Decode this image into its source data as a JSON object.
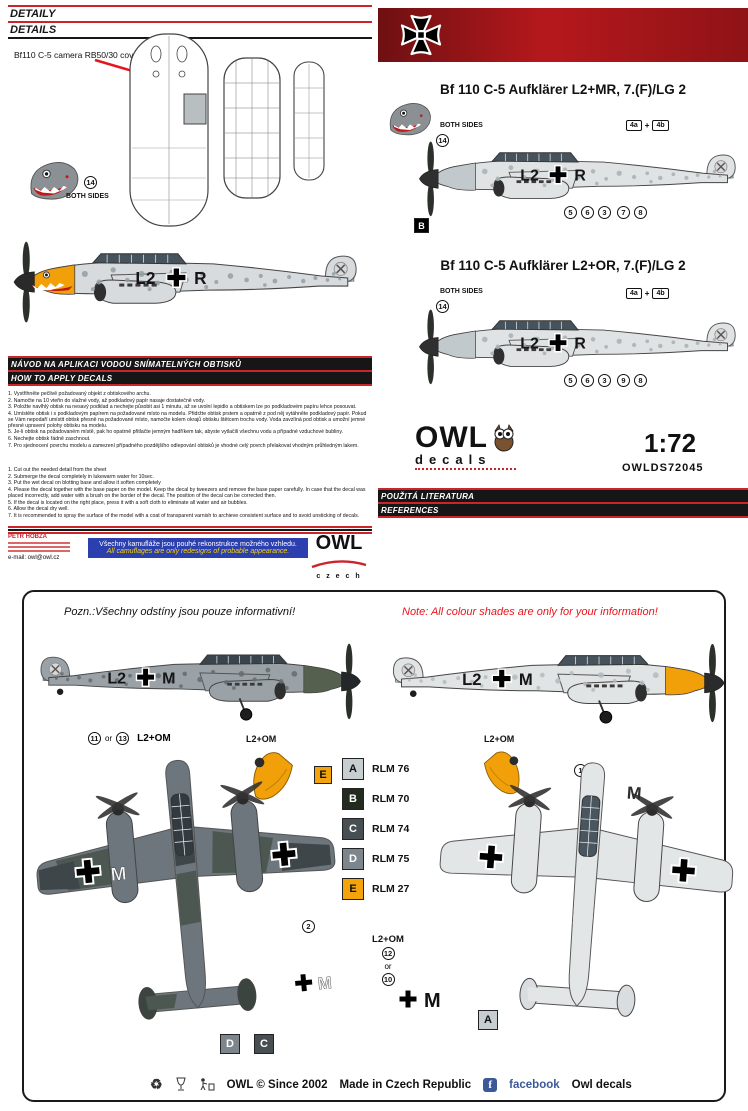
{
  "left_column": {
    "header": {
      "l1": "DETAILY",
      "l2": "DETAILS"
    },
    "camera_label": "Bf110 C-5 camera RB50/30 cover",
    "emblem_callout": "14",
    "emblem_label": "BOTH SIDES",
    "howto": {
      "l1": "NÁVOD NA APLIKACI VODOU SNÍMATELNÝCH OBTISKŮ",
      "l2": "HOW TO APPLY DECALS"
    },
    "steps_cz": [
      "1. Vystřihněte pečlivě požadovaný objekt z obtiskového archu.",
      "2. Namočte na 10 vteřin do vlažné vody, až podkladový papír nasaje dostatečně vody.",
      "3. Položte navlhlý obtisk na nesavý podklad a nechejte působit asi 1 minutu, až se uvolní lepidlo a obtiskem lze po podkladovém papíru lehce posouvat.",
      "4. Umístěte obtisk i s podkladovým papírem na požadované místo na modelu. Přidržte obtisk prstem a opatrně z pod něj vytáhněte podkladový papír. Pokud se Vám nepodaří umístit obtisk přesně na požadované místo, namočte kolem okrajů obtisku štětcem trochu vody. Voda zavzlíná pod obtisk a umožní jemné přesné upravení polohy obtisku na modelu.",
      "5. Je-li obtisk na požadovaném místě, pak ho opatrně přitlačte jemným hadříkem tak, abyste vytlačili všechnu vodu a případné vzduchové bubliny.",
      "6. Nechejte obtisk řádně zaschnout.",
      "7. Pro sjednocení povrchu modelu a zamezení případného pozdějšího odlepování obtisků je vhodné celý povrch přelakovat vhodným průhledným lakem."
    ],
    "steps_en": [
      "1. Cut out the needed detail from the sheet",
      "2. Submerge the decal completely in lukewarm water for 10sec.",
      "3. Put the wet decal on blotting base and allow it soften completely",
      "4. Please the decal together with the base paper on the model. Keep the decal by tweezers and remove the base paper carefully. In case that the decal was placed incorrectly, add water with a brush on the border of the decal. The position of the decal can be corrected then.",
      "5. If the decal is located on the right place, press it with a soft cloth to eliminate all water and air bubbles.",
      "6. Allow the decal dry well.",
      "7. It is recommended to spray the surface of the model with a coat of transparent varnish to archieve consistent surface and to avoid unsticking of decals."
    ],
    "contact": {
      "name": "PETR HOBZA",
      "email": "e-mail:  owl@owl.cz"
    },
    "banner": {
      "cz": "Všechny kamufláže jsou pouhé rekonstrukce možného vzhledu.",
      "en": "All camuflages are only redesigns of probable appearance."
    },
    "owl_czech": {
      "name": "OWL",
      "sub": "c z e c h"
    }
  },
  "right_column": {
    "title_mr": "Bf 110 C-5 Aufklärer L2+MR, 7.(F)/LG 2",
    "title_or": "Bf 110 C-5 Aufklärer L2+OR, 7.(F)/LG 2",
    "emblem_label": "BOTH SIDES",
    "emblem_callout": "14",
    "tail_decal": {
      "a": "4a",
      "plus": "+",
      "b": "4b"
    },
    "profile_mr_callouts": [
      "5",
      "6",
      "3",
      "7",
      "8"
    ],
    "profile_or_callouts": [
      "5",
      "6",
      "3",
      "9",
      "8"
    ],
    "nose_color_callout": "B",
    "logo": {
      "name": "OWL",
      "sub": "decals"
    },
    "scale": "1:72",
    "product_code": "OWLDS72045",
    "references": {
      "l1": "POUŽITÁ LITERATURA",
      "l2": "REFERENCES"
    }
  },
  "codes": {
    "prefix": "L2",
    "top_letter": "R",
    "bottom_letter": "M"
  },
  "bottom_panel": {
    "note_cz": "Pozn.:Všechny odstíny jsou pouze informativní!",
    "note_en": "Note: All colour shades are only for your information!",
    "scheme_label": "L2+OM",
    "callouts": {
      "c1": "1",
      "c2": "2",
      "c10": "10",
      "c11": "11",
      "c12": "12",
      "c13": "13",
      "or": "or"
    },
    "legend": [
      {
        "letter": "A",
        "name": "RLM 76",
        "hex": "#c6ced0"
      },
      {
        "letter": "B",
        "name": "RLM 70",
        "hex": "#232a1e"
      },
      {
        "letter": "C",
        "name": "RLM 74",
        "hex": "#474f52"
      },
      {
        "letter": "D",
        "name": "RLM 75",
        "hex": "#7d868c"
      },
      {
        "letter": "E",
        "name": "RLM 27",
        "hex": "#f2a40a"
      }
    ],
    "color_letters": {
      "a": "A",
      "b": "B",
      "c": "C",
      "d": "D",
      "e": "E"
    },
    "wing_letter": "M",
    "footer": {
      "brand": "OWL ©  Since  2002",
      "made": "Made in Czech Republic",
      "facebook": "facebook",
      "fb_page": "Owl decals"
    }
  }
}
